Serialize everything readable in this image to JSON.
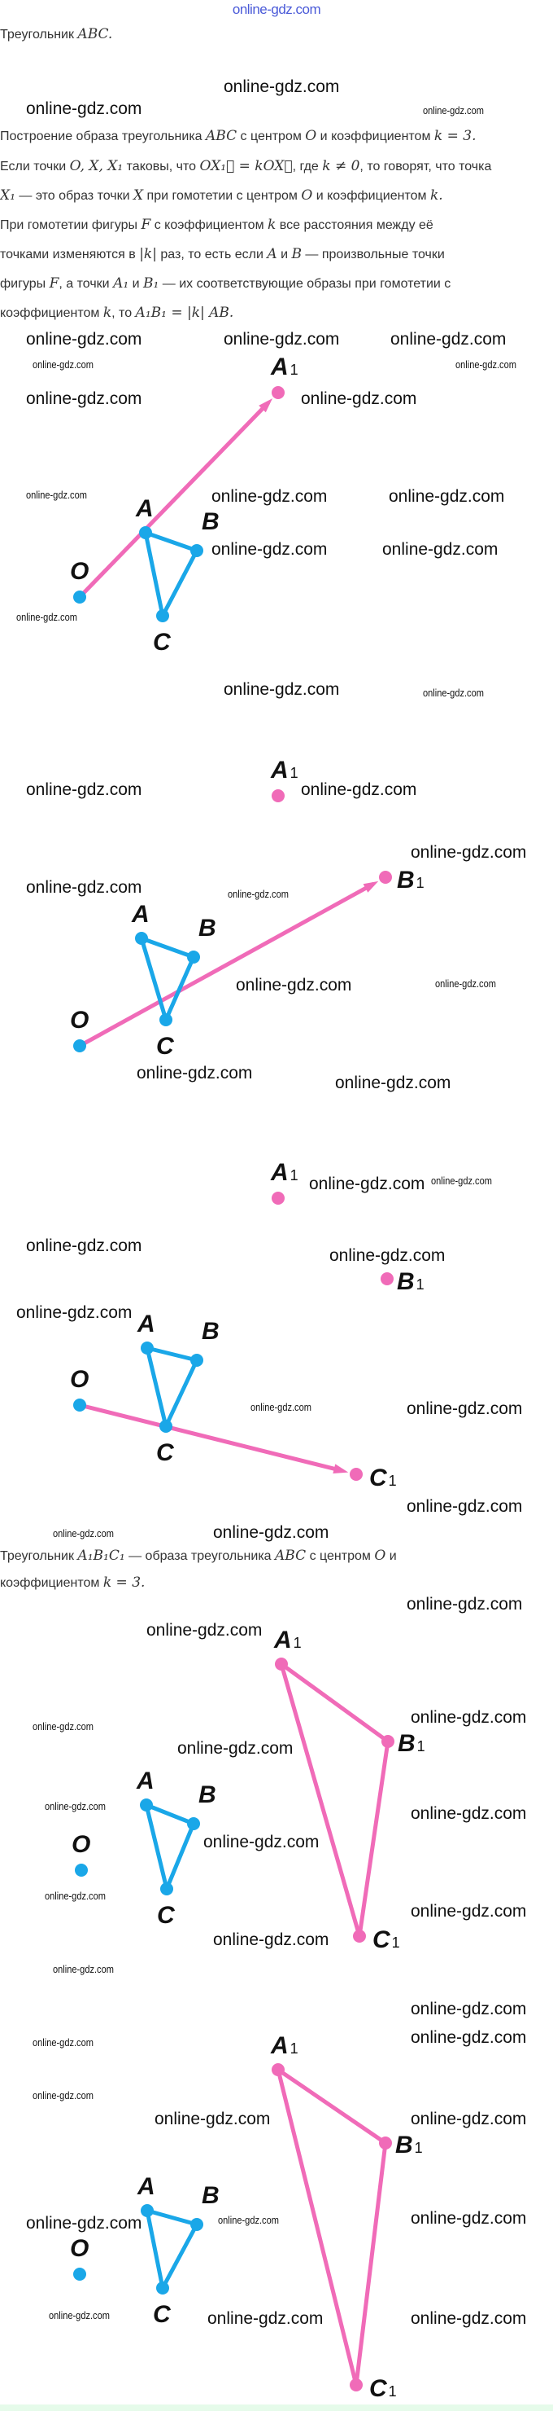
{
  "logo": "online-gdz.com",
  "watermark": "online-gdz.com",
  "colors": {
    "blue": "#1aa7e8",
    "pink": "#f06bb8",
    "logo": "#4a5ad8"
  },
  "text1": [
    [
      {
        "t": "Треугольник "
      },
      {
        "m": "ABC."
      }
    ]
  ],
  "text2": [
    [
      {
        "t": "Построение образа треугольника "
      },
      {
        "m": "ABC"
      },
      {
        "t": " с центром "
      },
      {
        "m": "O"
      },
      {
        "t": " и коэффициентом "
      },
      {
        "m": "k = 3."
      }
    ],
    [
      {
        "t": "Если точки "
      },
      {
        "m": "O, X, X₁"
      },
      {
        "t": " таковы, что "
      },
      {
        "m": "OX₁⃗ = kOX⃗"
      },
      {
        "t": ", где "
      },
      {
        "m": "k ≠ 0"
      },
      {
        "t": ", то говорят, что точка"
      }
    ],
    [
      {
        "m": "X₁"
      },
      {
        "t": " — это образ точки "
      },
      {
        "m": "X"
      },
      {
        "t": " при гомотетии с центром "
      },
      {
        "m": "O"
      },
      {
        "t": " и коэффициентом "
      },
      {
        "m": "k."
      }
    ],
    [
      {
        "t": "При гомотетии фигуры "
      },
      {
        "m": "F"
      },
      {
        "t": " с коэффициентом "
      },
      {
        "m": "k"
      },
      {
        "t": " все расстояния между её"
      }
    ],
    [
      {
        "t": "точками изменяются в "
      },
      {
        "m": "|k|"
      },
      {
        "t": " раз, то есть если "
      },
      {
        "m": "A"
      },
      {
        "t": " и "
      },
      {
        "m": "B"
      },
      {
        "t": " — произвольные точки"
      }
    ],
    [
      {
        "t": "фигуры "
      },
      {
        "m": "F"
      },
      {
        "t": ", а точки "
      },
      {
        "m": "A₁"
      },
      {
        "t": " и "
      },
      {
        "m": "B₁"
      },
      {
        "t": " — их соответствующие образы при гомотетии с"
      }
    ],
    [
      {
        "t": "коэффициентом "
      },
      {
        "m": "k"
      },
      {
        "t": ", то "
      },
      {
        "m": "A₁B₁ = |k| AB."
      }
    ]
  ],
  "text3": [
    [
      {
        "t": "Треугольник "
      },
      {
        "m": "A₁B₁C₁"
      },
      {
        "t": " — образа треугольника "
      },
      {
        "m": "ABC"
      },
      {
        "t": " с центром "
      },
      {
        "m": "O"
      },
      {
        "t": " и"
      }
    ],
    [
      {
        "t": "коэффициентом "
      },
      {
        "m": "k = 3."
      }
    ]
  ],
  "labels": {
    "A": "A",
    "B": "B",
    "C": "C",
    "O": "O",
    "A1": "A",
    "B1": "B",
    "C1": "C",
    "sub": "1"
  }
}
